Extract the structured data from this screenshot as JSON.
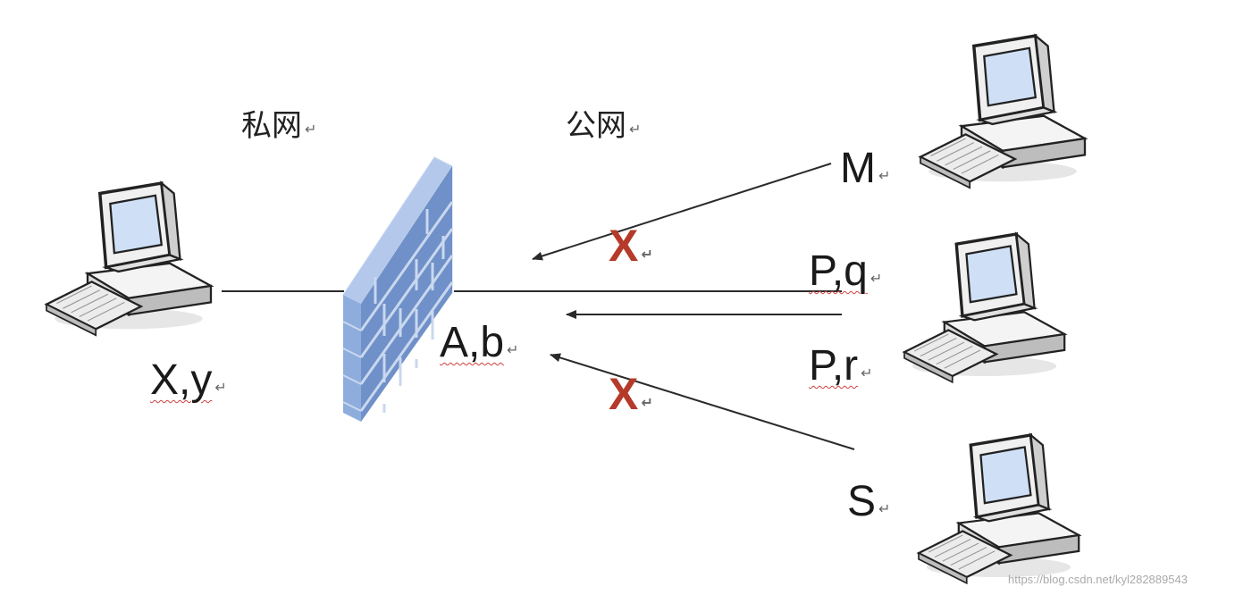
{
  "labels": {
    "private_net": "私网",
    "public_net": "公网",
    "private_host": "X,y",
    "nat_addr": "A,b",
    "host_m": "M",
    "host_pq": "P,q",
    "host_pr": "P,r",
    "host_s": "S",
    "blocked_1": "X",
    "blocked_2": "X",
    "return_mark": "↵"
  },
  "watermark": "https://blog.csdn.net/kyl282889543",
  "colors": {
    "wall_brick": "#7e9fd4",
    "wall_mortar": "#c9d8ef",
    "blocked": "#b53a2a",
    "line": "#2a2a2a"
  },
  "icons": [
    "computer-icon",
    "firewall-icon",
    "arrow-icon"
  ]
}
